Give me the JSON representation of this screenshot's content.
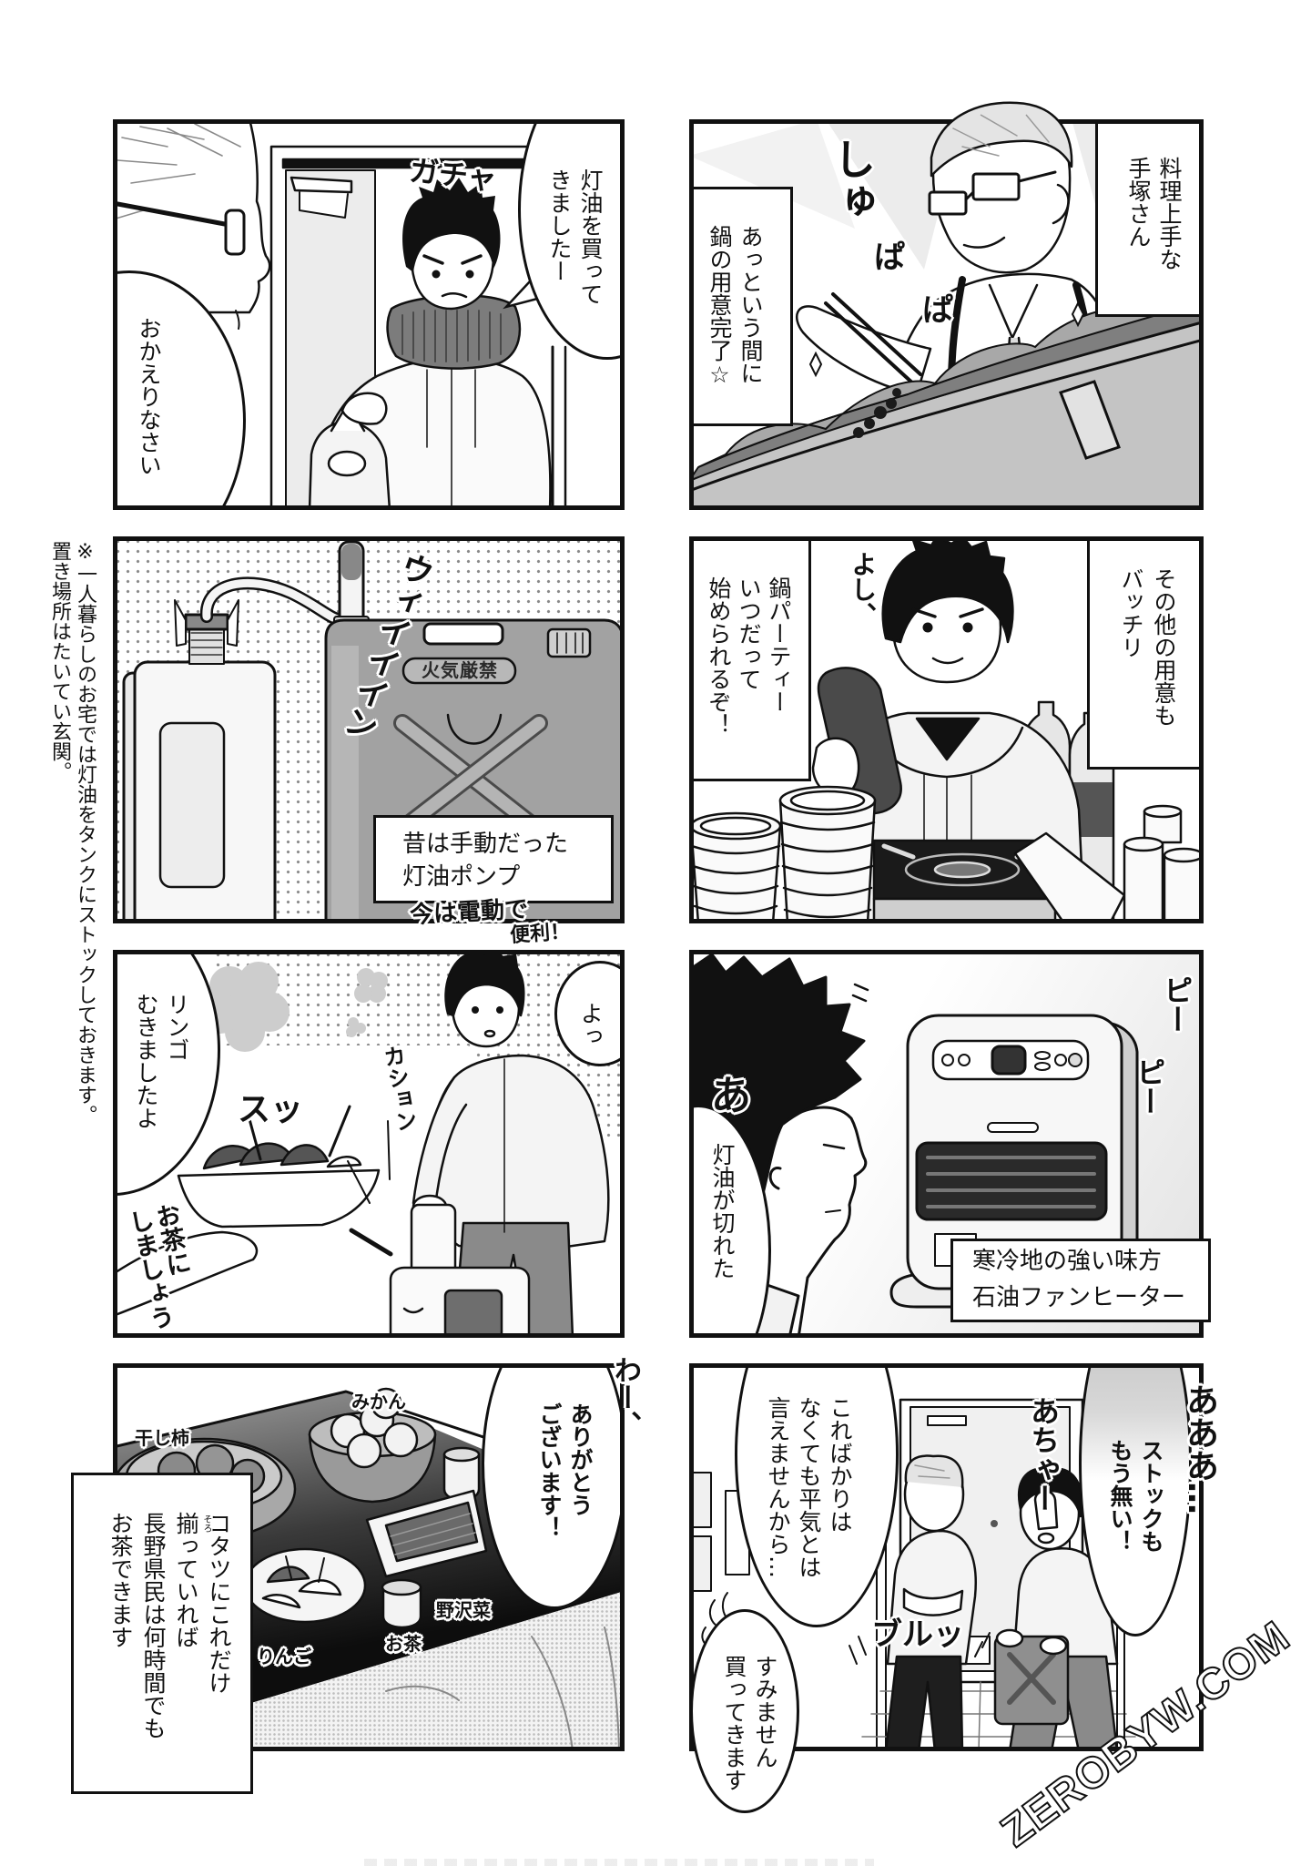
{
  "page": {
    "kind": "manga page",
    "watermark": "ZEROBYW.COM",
    "theme": {
      "ink": "#111111",
      "paper": "#ffffff",
      "screentone": "#a0a0a0",
      "dark_tone": "#1a1a1a"
    }
  },
  "margin_note": {
    "lines": [
      "※一人暮らしのお宅では灯油をタンクにストックしておきます。",
      "置き場所はたいてい玄関。"
    ]
  },
  "panels": [
    {
      "bubbles": [
        {
          "lines": [
            "灯油を買って",
            "きましたー"
          ]
        },
        {
          "lines": [
            "おかえりなさい"
          ]
        }
      ],
      "sfx": [
        "ガチャ"
      ]
    },
    {
      "captions": [
        {
          "lines": [
            "料理上手な",
            "手塚さん"
          ]
        },
        {
          "lines": [
            "あっという間に",
            "鍋の用意完了☆"
          ]
        }
      ],
      "sfx": [
        "しゅ",
        "ぱ",
        "ぱ"
      ]
    },
    {
      "caption": {
        "lines": [
          "昔は手動だった",
          "灯油ポンプ"
        ]
      },
      "tank_label": "火気厳禁",
      "sfx": [
        "ウィイイイン"
      ],
      "handwritten_note": {
        "lines": [
          "今は電動で",
          "便利！"
        ]
      }
    },
    {
      "captions": [
        {
          "lines": [
            "その他の用意も",
            "バッチリ"
          ]
        },
        {
          "lines": [
            "鍋パーティー",
            "いつだって",
            "始められるぞ！"
          ]
        }
      ],
      "sfx": [
        "よし、"
      ]
    },
    {
      "bubbles": [
        {
          "lines": [
            "リンゴ",
            "むきましたよ"
          ]
        },
        {
          "lines": [
            "よっ"
          ]
        }
      ],
      "sfx": [
        "スッ",
        "カション"
      ],
      "handwritten_bubble": {
        "lines": [
          "お茶に",
          "しましょう"
        ]
      }
    },
    {
      "bubbles": [
        {
          "lines": [
            "灯油が切れた"
          ]
        }
      ],
      "caption": {
        "lines": [
          "寒冷地の強い味方",
          "石油ファンヒーター"
        ]
      },
      "sfx": [
        "あ",
        "ピー",
        "ピー"
      ]
    },
    {
      "caption": {
        "lines": [
          "コタツにこれだけ",
          "揃っていれば",
          "長野県民は何時間でも",
          "お茶できます"
        ],
        "ruby": "そろ"
      },
      "bubbles": [
        {
          "lines": [
            "ありがとう",
            "ございます！"
          ]
        }
      ],
      "item_labels": [
        "干し柿",
        "みかん",
        "りんご",
        "お茶",
        "野沢菜"
      ],
      "sfx": [
        "わー、"
      ]
    },
    {
      "bubbles": [
        {
          "lines": [
            "こればかりは",
            "なくても平気とは",
            "言えませんから…"
          ]
        },
        {
          "lines": [
            "すみません",
            "買ってきます"
          ]
        },
        {
          "lines": [
            "ストックも",
            "もう無い！"
          ]
        }
      ],
      "sfx": [
        "あちゃー",
        "あああ…",
        "ブルッ"
      ]
    }
  ]
}
